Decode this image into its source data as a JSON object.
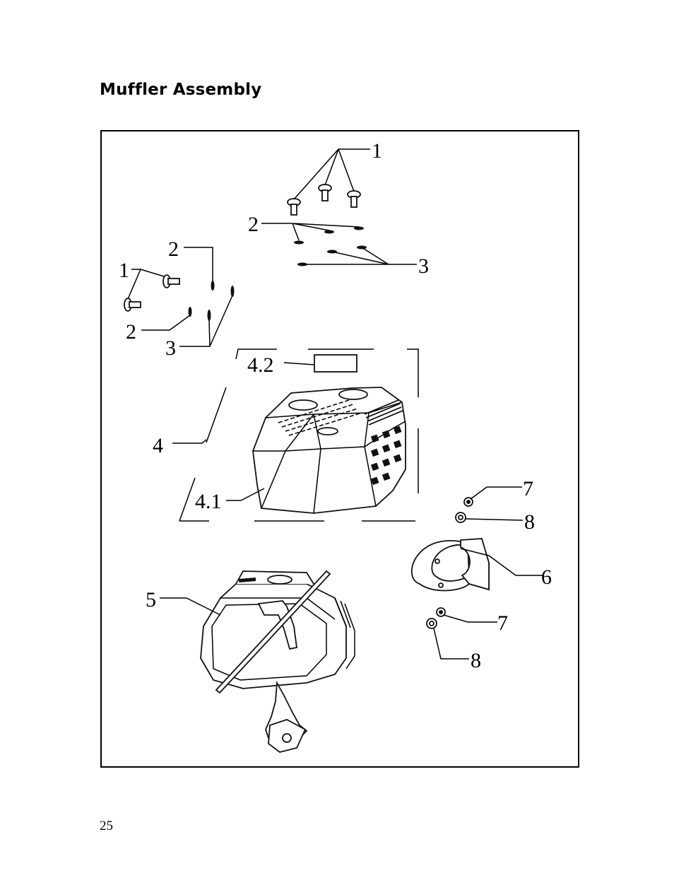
{
  "page": {
    "title": "Muffler Assembly",
    "page_number": "25"
  },
  "diagram": {
    "callouts": {
      "c1_top": "1",
      "c2_top": "2",
      "c3_top": "3",
      "c2_left_upper": "2",
      "c1_left": "1",
      "c2_left_lower": "2",
      "c3_left": "3",
      "c4_2": "4.2",
      "c4": "4",
      "c4_1": "4.1",
      "c7_upper": "7",
      "c8_upper": "8",
      "c6": "6",
      "c5": "5",
      "c7_lower": "7",
      "c8_lower": "8"
    }
  }
}
